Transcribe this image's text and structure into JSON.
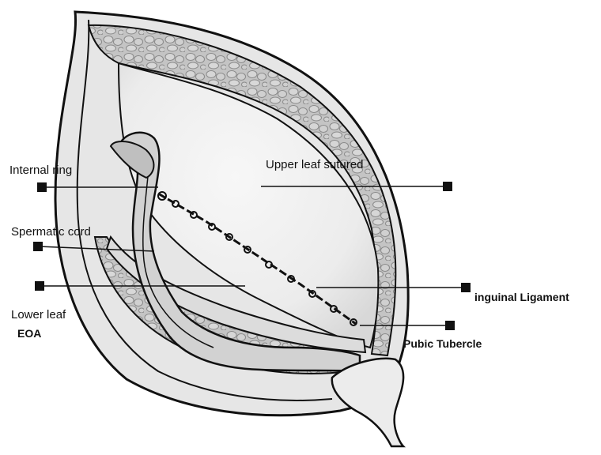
{
  "labels": {
    "internal_ring": "Internal ring",
    "spermatic_cord": "Spermatic cord",
    "lower_leaf_line1": "Lower leaf",
    "lower_leaf_line2": "EOA",
    "upper_leaf": "Upper leaf sutured",
    "inguinal_ligament": "inguinal Ligament",
    "pubic_tubercle": "Pubic Tubercle"
  },
  "colors": {
    "ink": "#111111",
    "tissue_fill": "#d9d9d9",
    "dense_tissue": "#bdbdbd",
    "cell_stroke": "#8a8a8a",
    "exposed_area": "#f1f1f1",
    "background": "#ffffff"
  }
}
